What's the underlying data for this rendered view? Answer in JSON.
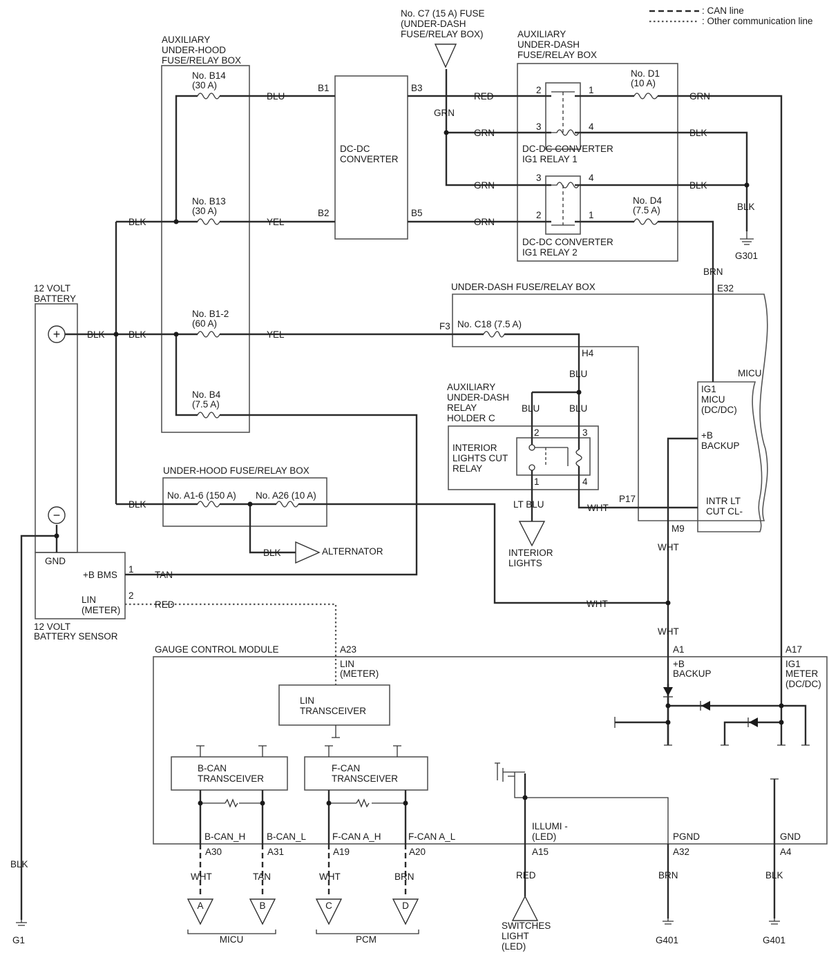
{
  "legend": {
    "can_line": ": CAN line",
    "other_line": ": Other communication line"
  },
  "battery": {
    "title_1": "12 VOLT",
    "title_2": "BATTERY",
    "plus": "+",
    "minus": "−"
  },
  "sensor": {
    "title_1": "12 VOLT",
    "title_2": "BATTERY SENSOR",
    "gnd": "GND",
    "b_bms": "+B BMS",
    "lin_1": "LIN",
    "lin_2": "(METER)",
    "pin1": "1",
    "pin2": "2"
  },
  "aux_uh_box": {
    "title_1": "AUXILIARY",
    "title_2": "UNDER-HOOD",
    "title_3": "FUSE/RELAY BOX",
    "b14": "No. B14",
    "b14_a": "(30 A)",
    "b13": "No. B13",
    "b13_a": "(30 A)",
    "b12": "No. B1-2",
    "b12_a": "(60 A)",
    "b4": "No. B4",
    "b4_a": "(7.5 A)"
  },
  "dcdc": {
    "title_1": "DC-DC",
    "title_2": "CONVERTER",
    "b1": "B1",
    "b2": "B2",
    "b3": "B3",
    "b5": "B5"
  },
  "c7_fuse": {
    "line1": "No. C7 (15 A) FUSE",
    "line2": "(UNDER-DASH",
    "line3": "FUSE/RELAY BOX)"
  },
  "aux_ud_box": {
    "title_1": "AUXILIARY",
    "title_2": "UNDER-DASH",
    "title_3": "FUSE/RELAY BOX",
    "relay1_1": "DC-DC CONVERTER",
    "relay1_2": "IG1 RELAY 1",
    "relay2_1": "DC-DC CONVERTER",
    "relay2_2": "IG1 RELAY 2",
    "d1": "No. D1",
    "d1_a": "(10 A)",
    "d4": "No. D4",
    "d4_a": "(7.5 A)",
    "p2": "2",
    "p1": "1",
    "p3": "3",
    "p4": "4"
  },
  "g301": "G301",
  "ud_box": {
    "title": "UNDER-DASH FUSE/RELAY BOX",
    "c18": "No. C18 (7.5 A)",
    "f3": "F3",
    "h4": "H4",
    "e32": "E32",
    "p17": "P17",
    "m9": "M9"
  },
  "micu_box": {
    "title": "MICU",
    "ig1_1": "IG1",
    "ig1_2": "MICU",
    "ig1_3": "(DC/DC)",
    "b_1": "+B",
    "b_2": "BACKUP",
    "intr_1": "INTR LT",
    "intr_2": "CUT CL-"
  },
  "relay_holder": {
    "title_1": "AUXILIARY",
    "title_2": "UNDER-DASH",
    "title_3": "RELAY",
    "title_4": "HOLDER C",
    "relay_1": "INTERIOR",
    "relay_2": "LIGHTS CUT",
    "relay_3": "RELAY",
    "p2": "2",
    "p3": "3",
    "p1": "1",
    "p4": "4"
  },
  "interior_lights": {
    "line1": "INTERIOR",
    "line2": "LIGHTS"
  },
  "uh_box": {
    "title": "UNDER-HOOD FUSE/RELAY BOX",
    "a16": "No. A1-6 (150 A)",
    "a26": "No. A26 (10 A)"
  },
  "alternator": "ALTERNATOR",
  "wires": {
    "blu": "BLU",
    "red": "RED",
    "grn": "GRN",
    "blk": "BLK",
    "yel": "YEL",
    "orn": "ORN",
    "brn": "BRN",
    "tan": "TAN",
    "wht": "WHT",
    "lt_blu": "LT BLU"
  },
  "gcm": {
    "title": "GAUGE CONTROL MODULE",
    "a23": "A23",
    "lin_1": "LIN",
    "lin_2": "(METER)",
    "a1": "A1",
    "b_1": "+B",
    "b_2": "BACKUP",
    "a17": "A17",
    "ig1_1": "IG1",
    "ig1_2": "METER",
    "ig1_3": "(DC/DC)",
    "lin_tx_1": "LIN",
    "lin_tx_2": "TRANSCEIVER",
    "bcan_1": "B-CAN",
    "bcan_2": "TRANSCEIVER",
    "fcan_1": "F-CAN",
    "fcan_2": "TRANSCEIVER",
    "bcan_h": "B-CAN_H",
    "bcan_l": "B-CAN_L",
    "fcan_ah": "F-CAN A_H",
    "fcan_al": "F-CAN A_L",
    "illumi_1": "ILLUMI -",
    "illumi_2": "(LED)",
    "pgnd": "PGND",
    "gnd": "GND",
    "a30": "A30",
    "a31": "A31",
    "a19": "A19",
    "a20": "A20",
    "a15": "A15",
    "a32": "A32",
    "a4": "A4"
  },
  "connectors": {
    "a": "A",
    "b": "B",
    "c": "C",
    "d": "D",
    "micu": "MICU",
    "pcm": "PCM"
  },
  "switches": {
    "line1": "SWITCHES",
    "line2": "LIGHT",
    "line3": "(LED)"
  },
  "grounds": {
    "g1": "G1",
    "g401a": "G401",
    "g401b": "G401"
  }
}
